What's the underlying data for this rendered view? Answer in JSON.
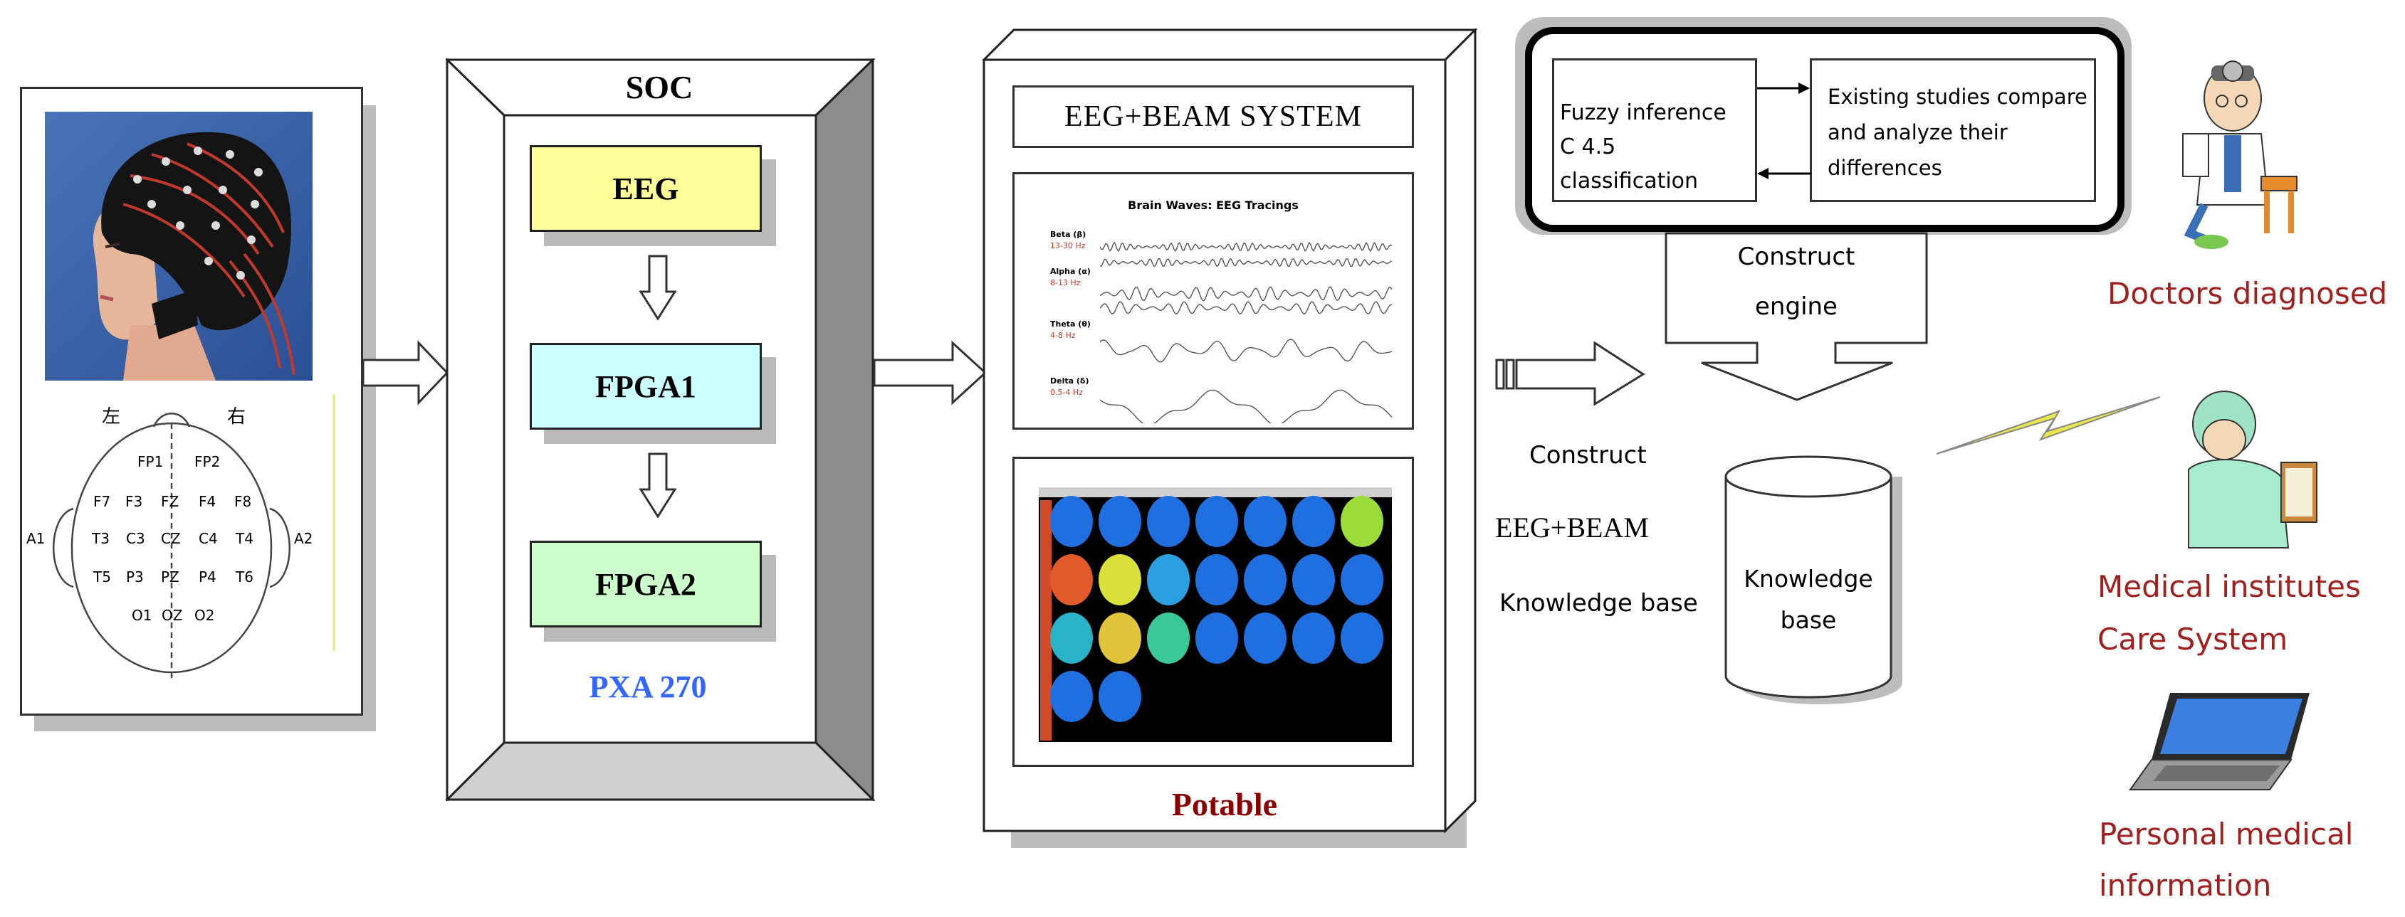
{
  "soc": {
    "title": "SOC",
    "eeg_label": "EEG",
    "fpga1_label": "FPGA1",
    "fpga2_label": "FPGA2",
    "processor_label": "PXA 270",
    "colors": {
      "eeg": "#ffff99",
      "fpga1": "#ccffff",
      "fpga2": "#ccffcc",
      "processor": "#3366ff"
    }
  },
  "electrode_map": {
    "left_char": "左",
    "right_char": "右",
    "labels": [
      "FP1",
      "FP2",
      "F7",
      "F3",
      "FZ",
      "F4",
      "F8",
      "A1",
      "T3",
      "C3",
      "CZ",
      "C4",
      "T4",
      "A2",
      "T5",
      "P3",
      "PZ",
      "P4",
      "T6",
      "O1",
      "OZ",
      "O2"
    ]
  },
  "device": {
    "title": "EEG+BEAM SYSTEM",
    "tracing_title": "Brain Waves: EEG Tracings",
    "waves": [
      {
        "name": "Beta (β)",
        "range": "13-30 Hz"
      },
      {
        "name": "Alpha (α)",
        "range": "8-13 Hz"
      },
      {
        "name": "Theta (θ)",
        "range": "4-8 Hz"
      },
      {
        "name": "Delta (δ)",
        "range": "0.5-4 Hz"
      }
    ],
    "caption": "Potable"
  },
  "knowledge": {
    "construct_line1": "Construct",
    "construct_line2": "EEG+BEAM",
    "construct_line3": "Knowledge base",
    "inference_line1": "Fuzzy inference",
    "inference_line2": "C 4.5 classification",
    "studies_line1": "Existing studies compare",
    "studies_line2": "and analyze their",
    "studies_line3": "differences",
    "engine_line1": "Construct",
    "engine_line2": "engine",
    "base_line1": "Knowledge",
    "base_line2": "base"
  },
  "outputs": {
    "doctors": "Doctors diagnosed",
    "institutes_line1": "Medical institutes",
    "institutes_line2": "Care System",
    "personal_line1": "Personal medical",
    "personal_line2": "information",
    "color": "#a02020"
  }
}
